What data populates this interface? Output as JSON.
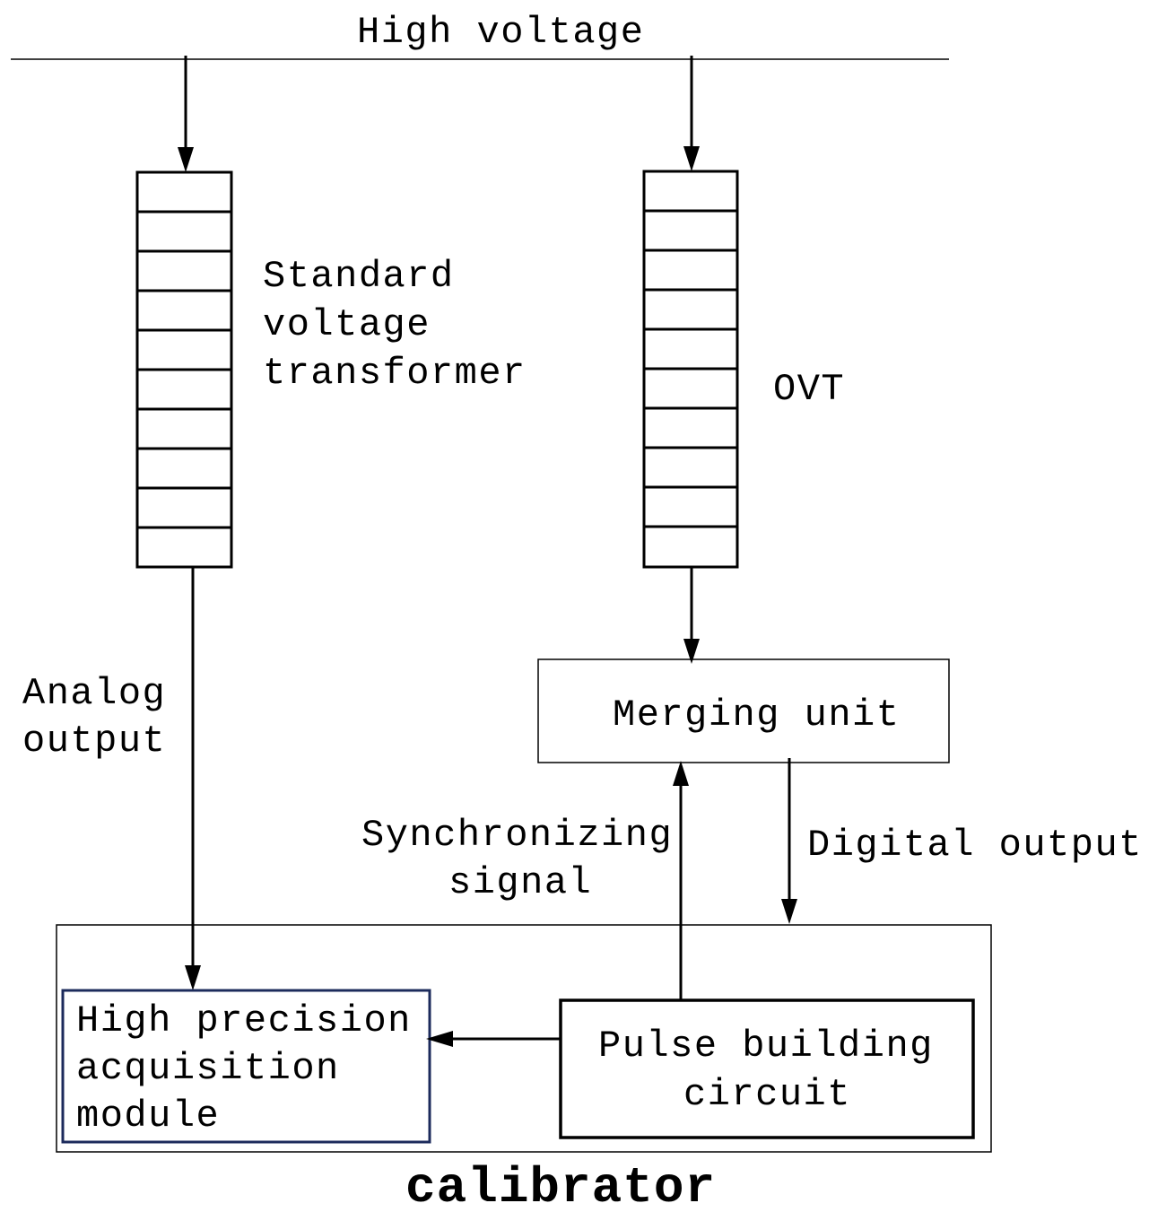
{
  "diagram": {
    "top_label": "High voltage",
    "standard_vt": [
      "Standard",
      "voltage",
      "transformer"
    ],
    "ovt": "OVT",
    "analog_output": [
      "Analog",
      "output"
    ],
    "merging_unit": "Merging unit",
    "sync_signal": [
      "Synchronizing",
      "signal"
    ],
    "digital_output": "Digital output",
    "acquisition_module": [
      "High precision",
      "acquisition",
      "module"
    ],
    "pulse_circuit": [
      "Pulse building",
      "circuit"
    ],
    "calibrator": "calibrator"
  },
  "colors": {
    "stroke": "#000000",
    "acquisition_border": "#1c2b5c",
    "background": "#ffffff"
  }
}
